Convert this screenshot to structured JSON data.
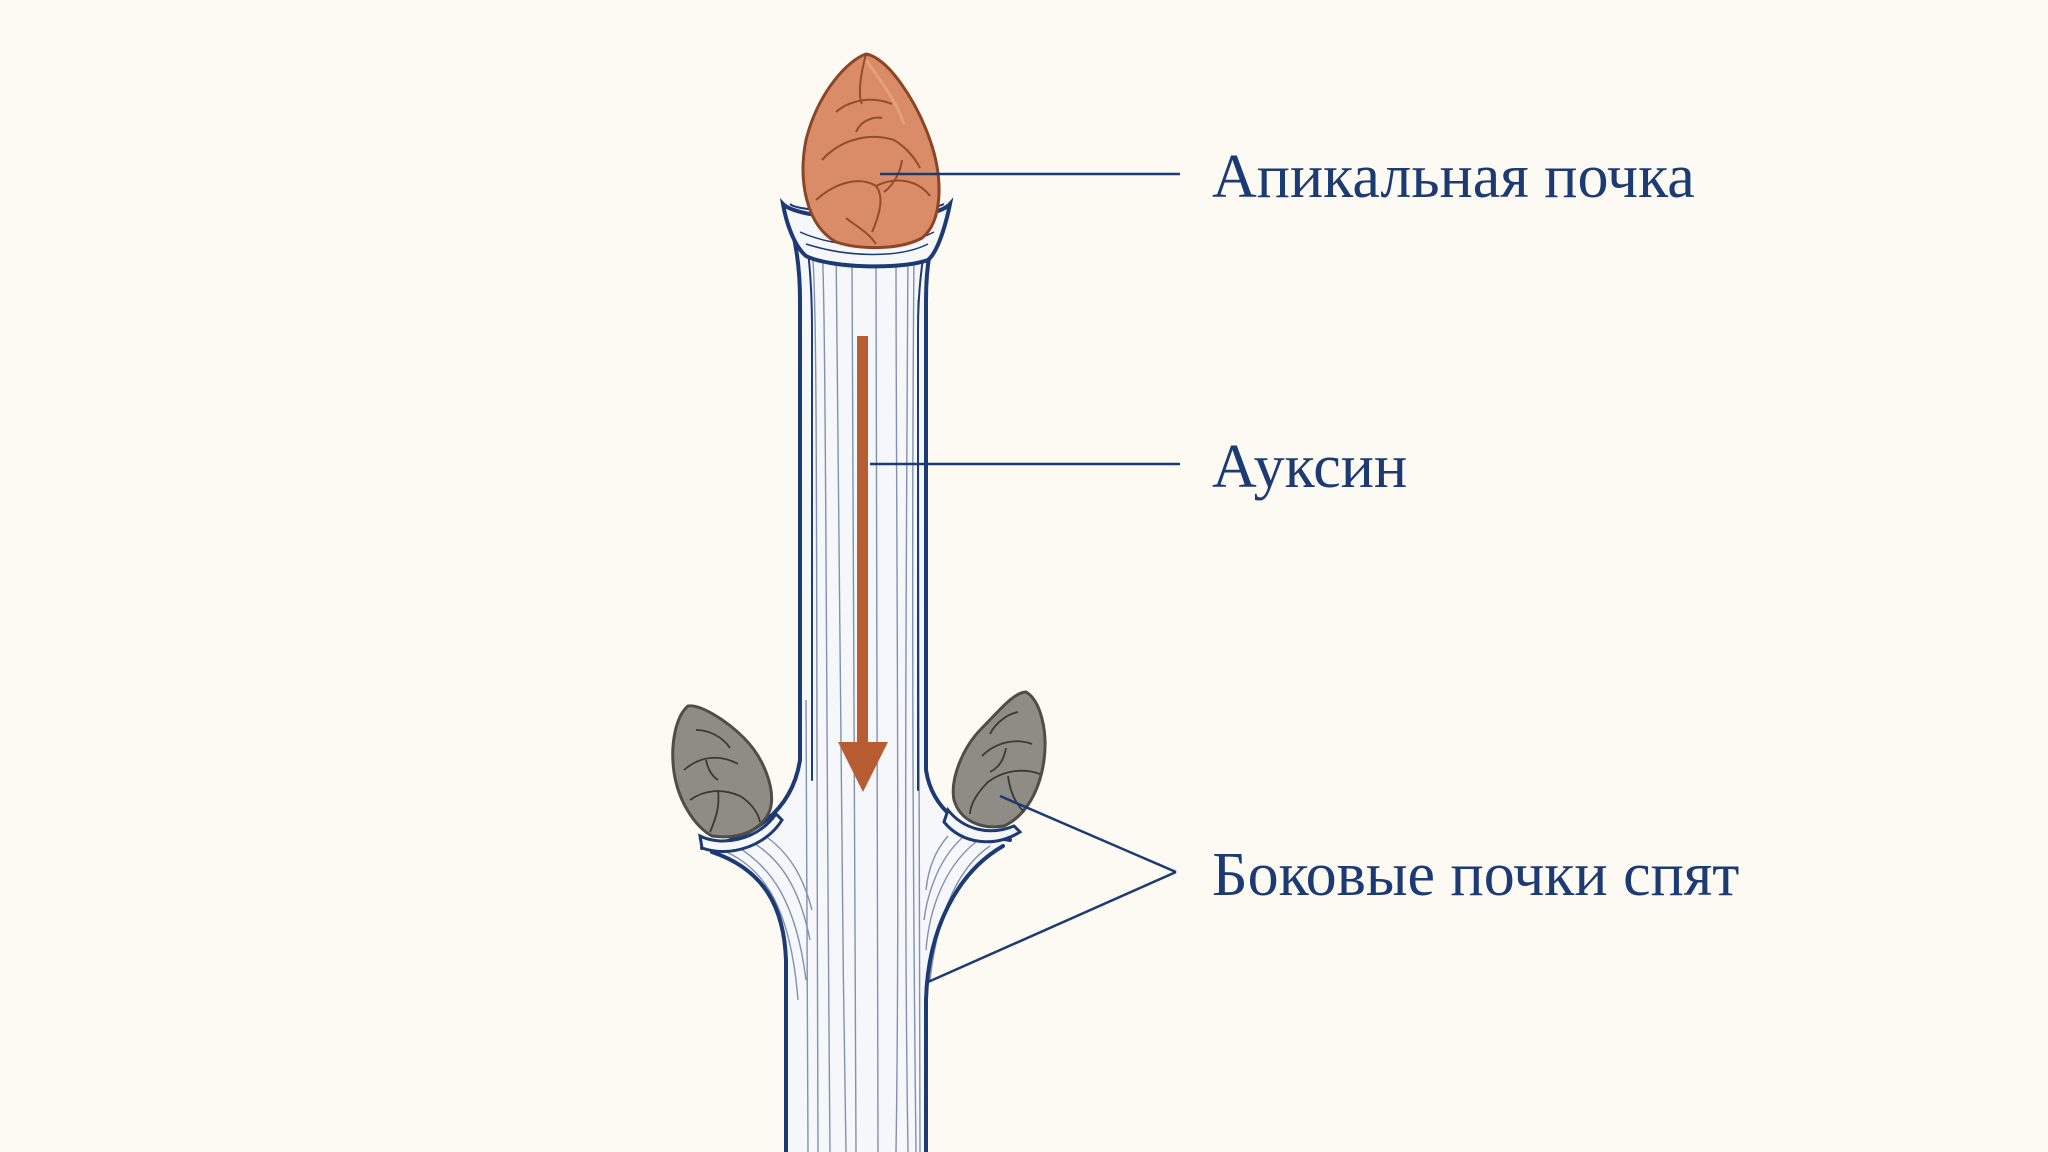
{
  "labels": {
    "apical_bud": "Апикальная почка",
    "auxin": "Ауксин",
    "lateral_buds": "Боковые почки спят"
  },
  "colors": {
    "background": "#fcfaf2",
    "outline": "#1c3a73",
    "stem_fill": "#f5f7fa",
    "apical_bud_fill": "#da8c68",
    "apical_bud_stroke": "#8c4626",
    "lateral_bud_fill": "#8f8c86",
    "lateral_bud_stroke": "#4f4d49",
    "arrow": "#b85c32"
  }
}
